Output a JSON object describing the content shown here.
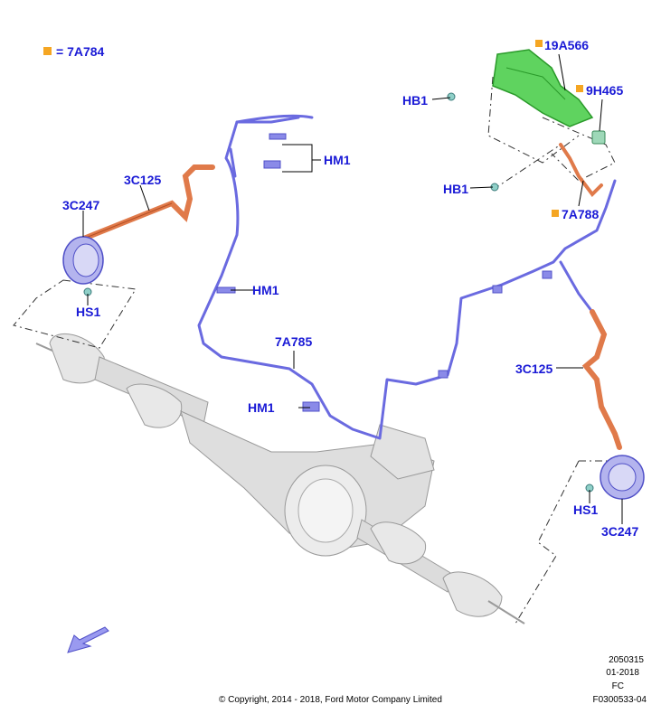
{
  "legend": {
    "swatch_color": "#f5a623",
    "text": "= 7A784"
  },
  "callouts": {
    "c_19A566": "19A566",
    "c_9H465": "9H465",
    "c_HB1_top": "HB1",
    "c_HB1_mid": "HB1",
    "c_7A788": "7A788",
    "c_HM1_top": "HM1",
    "c_HM1_mid": "HM1",
    "c_HM1_low": "HM1",
    "c_3C125_left": "3C125",
    "c_3C247_left": "3C247",
    "c_HS1_left": "HS1",
    "c_7A785": "7A785",
    "c_3C125_right": "3C125",
    "c_HS1_right": "HS1",
    "c_3C247_right": "3C247"
  },
  "footer": {
    "code1": "2050315",
    "date": "01-2018",
    "region": "FC",
    "copyright": "© Copyright, 2014 - 2018, Ford Motor Company Limited",
    "figure_id": "F0300533-04"
  },
  "colors": {
    "callout_text": "#1a1ad6",
    "harness_blue": "#6a6ae0",
    "hose_orange": "#e07a4a",
    "module_green": "#5fd35f",
    "axle_grey": "#d8d8d8"
  }
}
